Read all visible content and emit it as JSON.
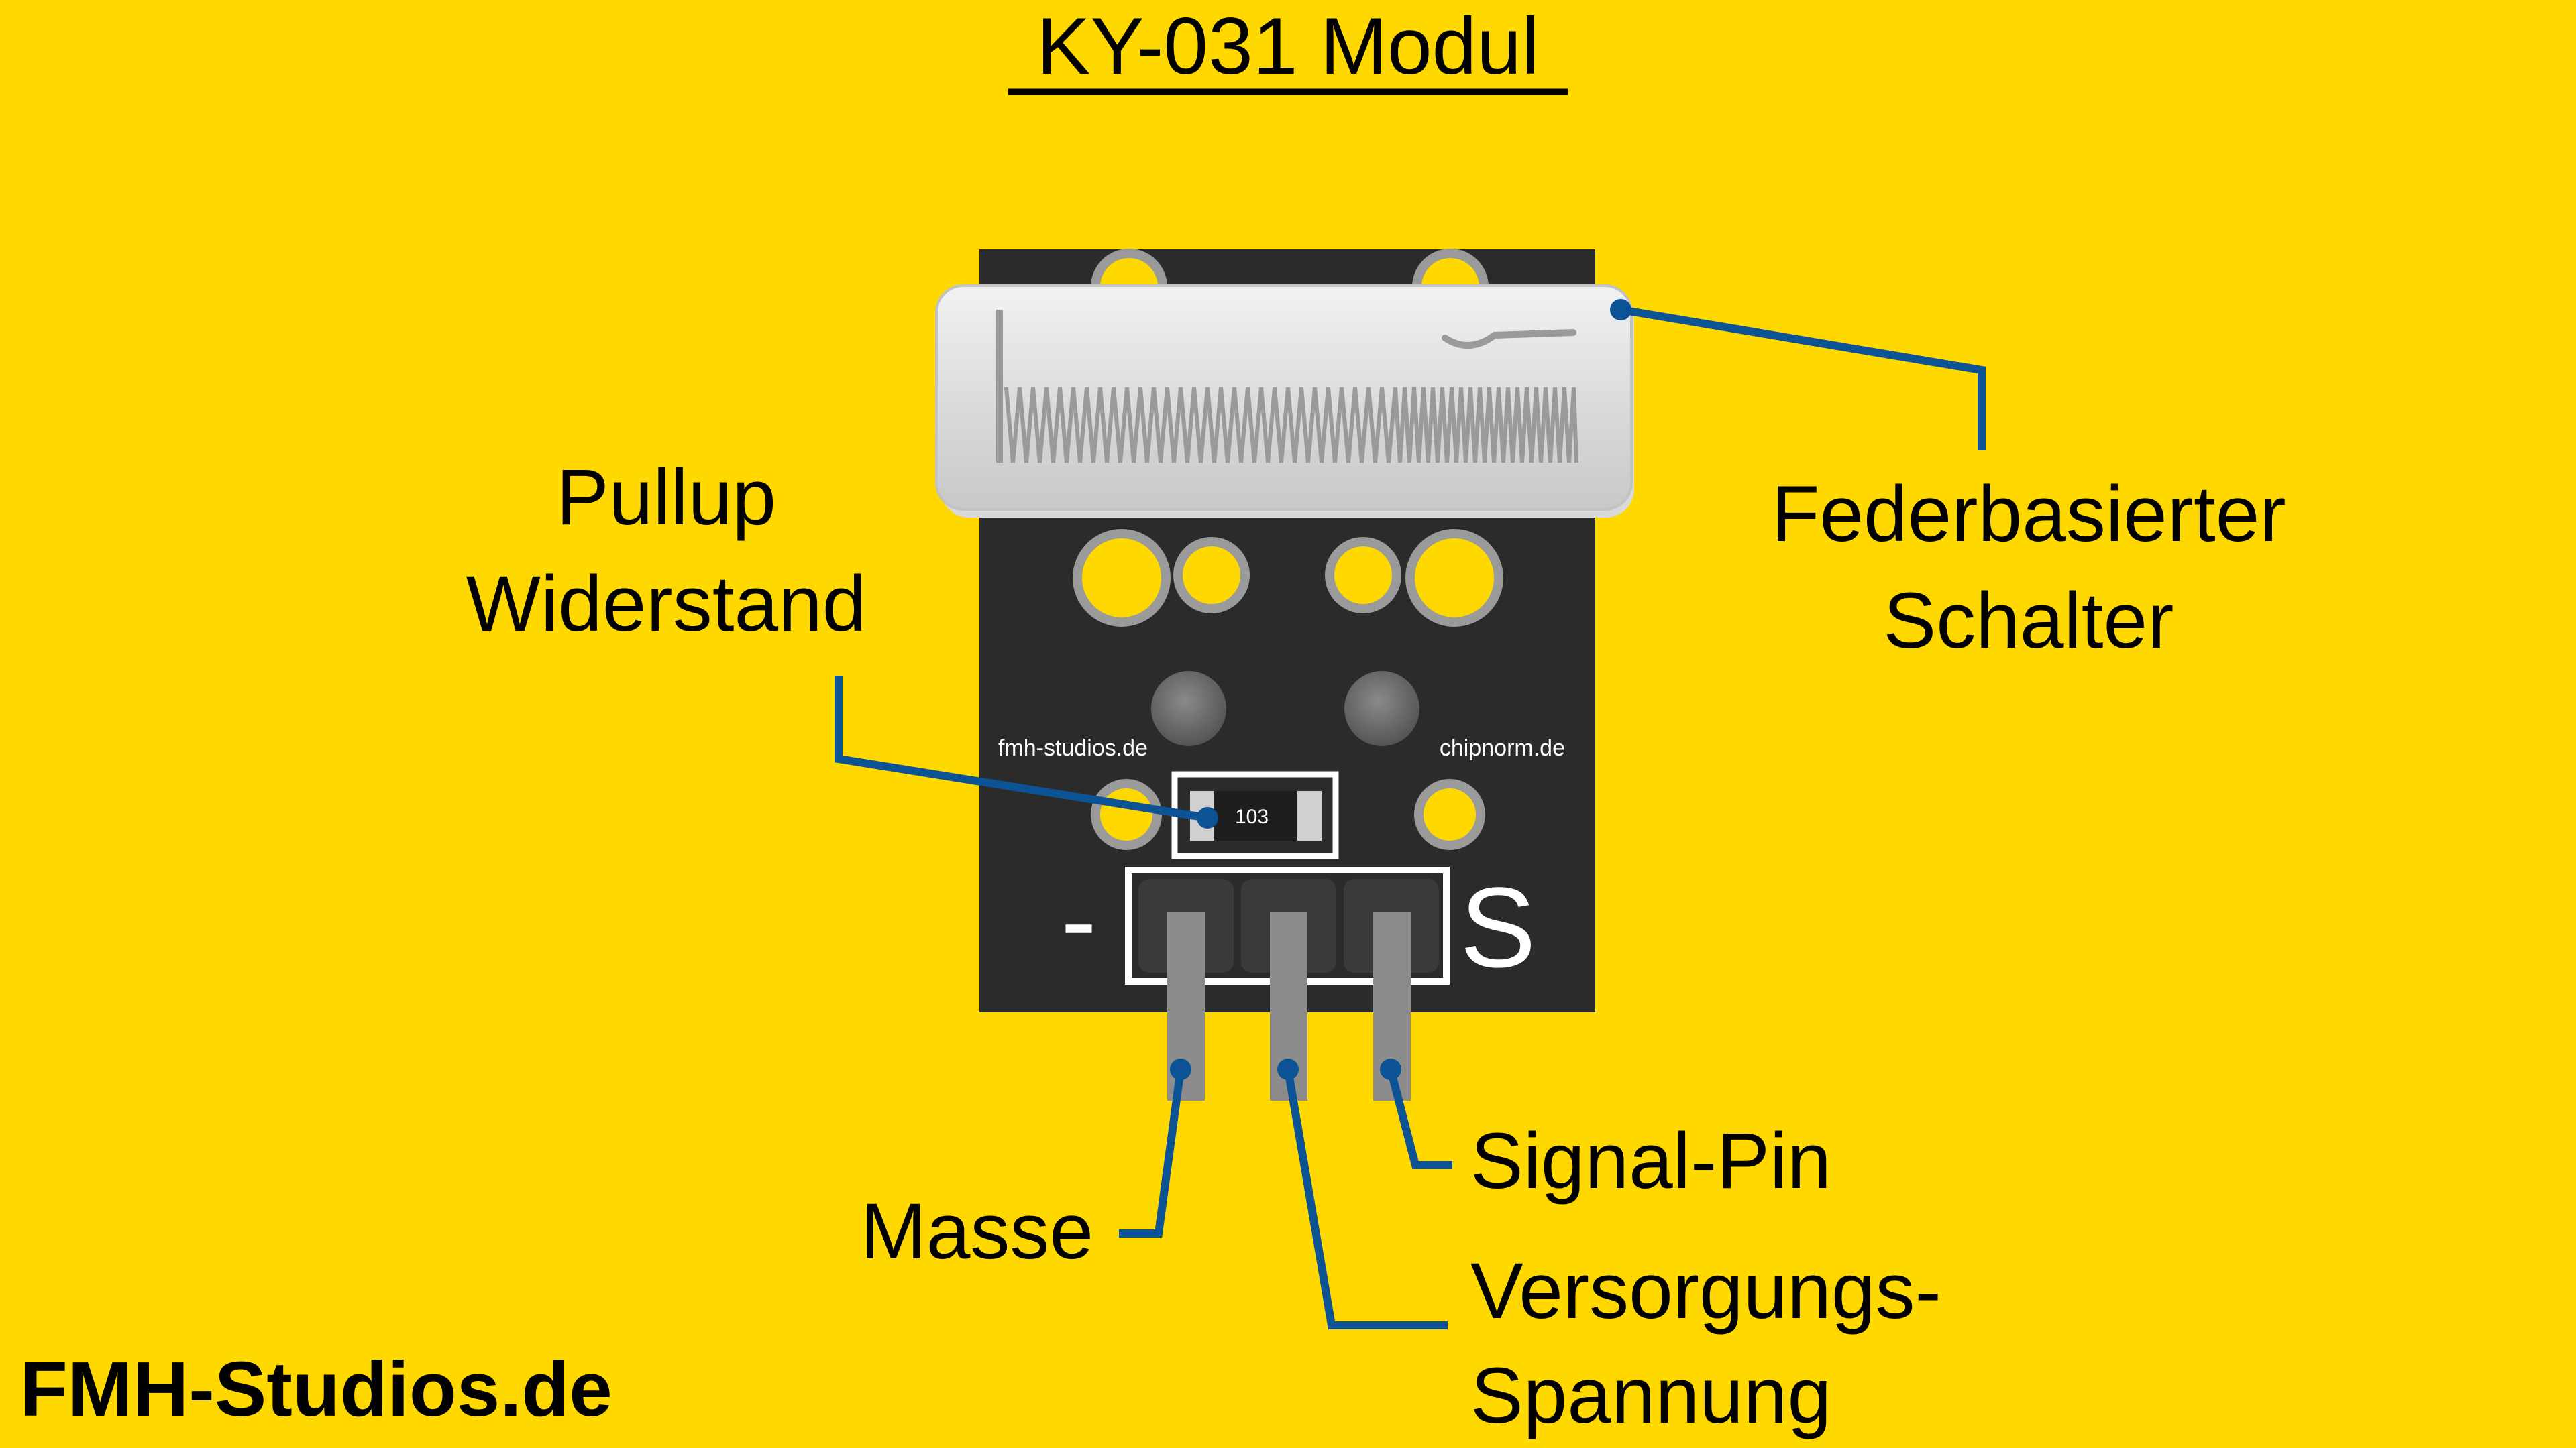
{
  "title": "KY-031 Modul",
  "brand": "FMH-Studios.de",
  "board": {
    "silkscreen_left": "fmh-studios.de",
    "silkscreen_right": "chipnorm.de",
    "resistor_code": "103",
    "pin_minus_label": "-",
    "pin_signal_label": "S"
  },
  "labels": {
    "pullup_line1": "Pullup",
    "pullup_line2": "Widerstand",
    "switch_line1": "Federbasierter",
    "switch_line2": "Schalter",
    "signal": "Signal-Pin",
    "ground": "Masse",
    "supply_line1": "Versorgungs-",
    "supply_line2": "Spannung"
  },
  "colors": {
    "background": "#FFD800",
    "board": "#2B2B2B",
    "pad": "#FFD800",
    "pad_ring": "#9A9A9A",
    "callout": "#0B5394",
    "pin": "#8C8C8C",
    "text": "#000000"
  }
}
